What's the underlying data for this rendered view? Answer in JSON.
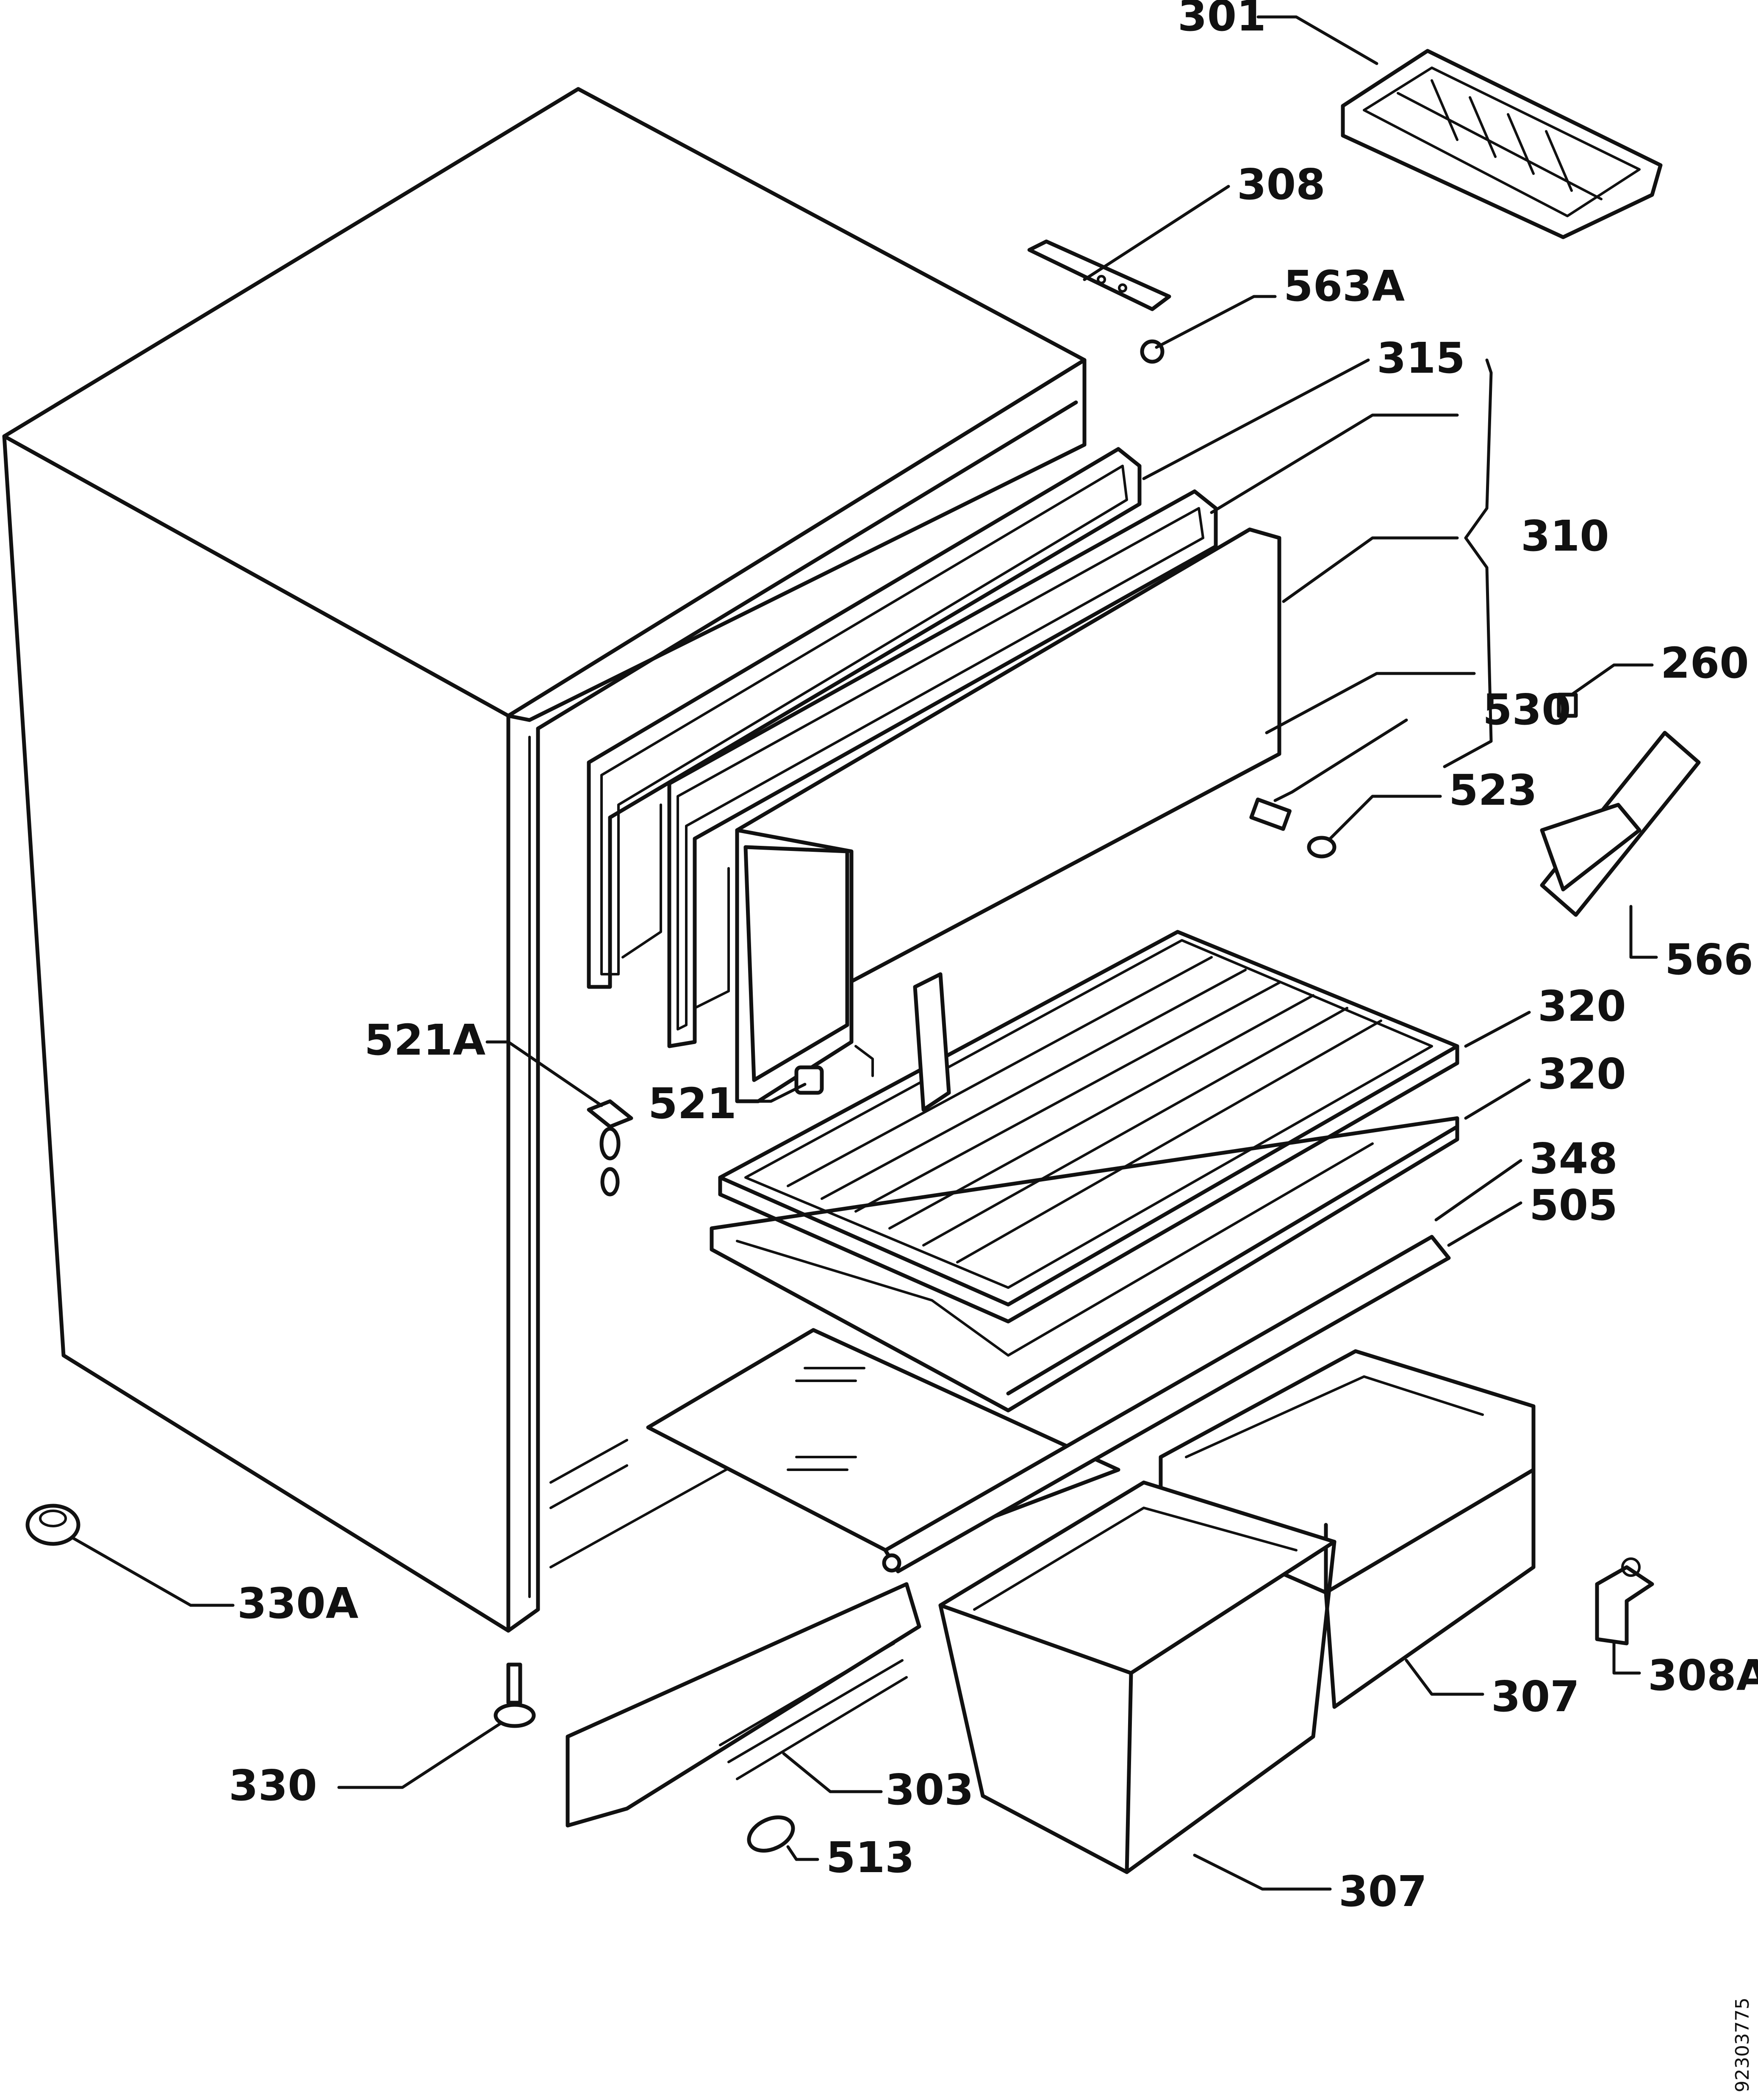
{
  "diagram": {
    "type": "exploded-parts-diagram",
    "document_number": "92303775",
    "callouts": [
      {
        "id": "301",
        "label": "301",
        "part": "ice-cube-tray"
      },
      {
        "id": "308",
        "label": "308",
        "part": "hinge-plate-top"
      },
      {
        "id": "563A",
        "label": "563A",
        "part": "hinge-pin"
      },
      {
        "id": "315",
        "label": "315",
        "part": "evaporator-door-gasket"
      },
      {
        "id": "310",
        "label": "310",
        "part": "evaporator-door-assembly"
      },
      {
        "id": "530",
        "label": "530",
        "part": "door-panel"
      },
      {
        "id": "523",
        "label": "523",
        "part": "door-catch"
      },
      {
        "id": "260",
        "label": "260",
        "part": "clip"
      },
      {
        "id": "566",
        "label": "566",
        "part": "ice-scraper"
      },
      {
        "id": "320a",
        "label": "320",
        "part": "shelf-upper"
      },
      {
        "id": "320b",
        "label": "320",
        "part": "shelf-lower"
      },
      {
        "id": "348",
        "label": "348",
        "part": "glass-shelf"
      },
      {
        "id": "505",
        "label": "505",
        "part": "shelf-trim-strip"
      },
      {
        "id": "521A",
        "label": "521A",
        "part": "lamp-assembly"
      },
      {
        "id": "521",
        "label": "521",
        "part": "lamp-switch"
      },
      {
        "id": "330A",
        "label": "330A",
        "part": "adjustable-foot"
      },
      {
        "id": "330",
        "label": "330",
        "part": "screw-foot"
      },
      {
        "id": "303",
        "label": "303",
        "part": "kick-plate"
      },
      {
        "id": "513",
        "label": "513",
        "part": "plug"
      },
      {
        "id": "307a",
        "label": "307",
        "part": "crisper-drawer-rear"
      },
      {
        "id": "307b",
        "label": "307",
        "part": "crisper-drawer-front"
      },
      {
        "id": "308A",
        "label": "308A",
        "part": "hinge-bracket-bottom"
      }
    ]
  }
}
